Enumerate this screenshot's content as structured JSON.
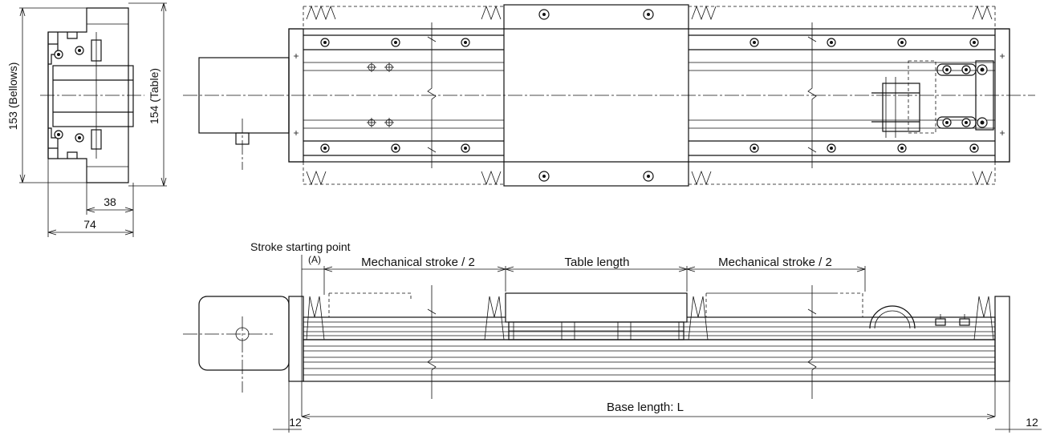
{
  "labels": {
    "bellows_height": "153 (Bellows)",
    "table_height": "154 (Table)",
    "dim_38": "38",
    "dim_74": "74",
    "stroke_start": "Stroke starting point",
    "a_label": "(A)",
    "mech_stroke_left": "Mechanical stroke / 2",
    "table_length": "Table length",
    "mech_stroke_right": "Mechanical stroke / 2",
    "base_length": "Base length: L",
    "dim_12_left": "12",
    "dim_12_right": "12"
  }
}
